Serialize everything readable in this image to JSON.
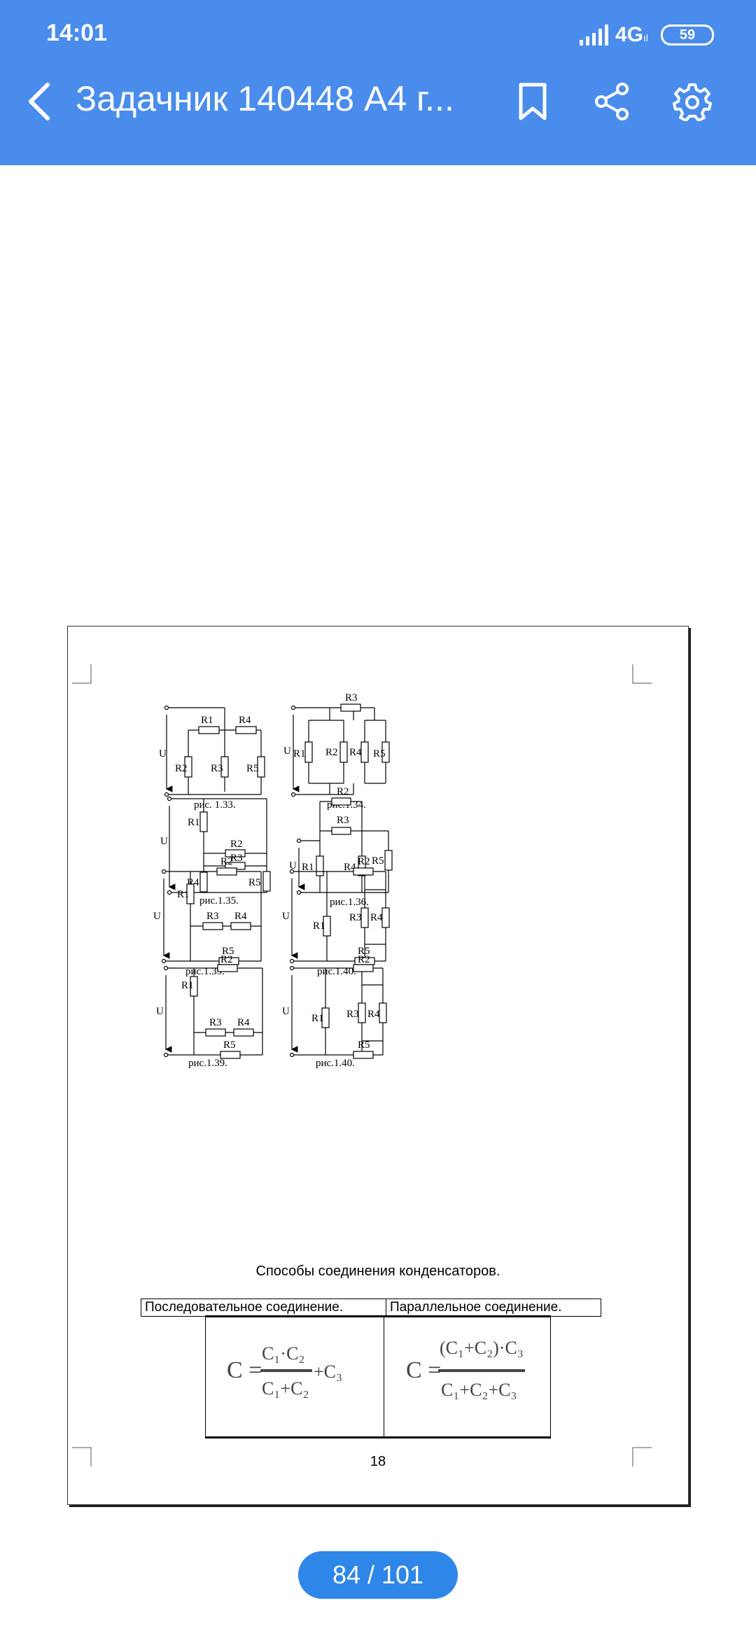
{
  "status_bar": {
    "time": "14:01",
    "network": "4G",
    "network_sub": "ıl",
    "battery": "59"
  },
  "toolbar": {
    "title": "Задачник 140448 А4 г...",
    "back": "back-arrow-icon",
    "bookmark": "bookmark-icon",
    "share": "share-icon",
    "settings": "gear-icon"
  },
  "colors": {
    "header": "#4A8CEB",
    "pager": "#2E86E8"
  },
  "page": {
    "figures": [
      {
        "caption": "рис. 1.33.",
        "labels": [
          "U",
          "R1",
          "R2",
          "R3",
          "R4",
          "R5"
        ]
      },
      {
        "caption": "рис.1.34.",
        "labels": [
          "U",
          "R1",
          "R2",
          "R3",
          "R4",
          "R5"
        ]
      },
      {
        "caption": "рис.1.35.",
        "labels": [
          "U",
          "R1",
          "R2",
          "R3",
          "R4",
          "R5"
        ]
      },
      {
        "caption": "рис.1.36.",
        "labels": [
          "U",
          "R1",
          "R2",
          "R3",
          "R4",
          "R5"
        ]
      },
      {
        "caption": "рис.1.39.",
        "labels": [
          "U",
          "R1",
          "R2",
          "R3",
          "R4",
          "R5"
        ]
      },
      {
        "caption": "рис.1.40.",
        "labels": [
          "U",
          "R1",
          "R2",
          "R3",
          "R4",
          "R5"
        ]
      },
      {
        "caption": "рис.1.39.",
        "labels": [
          "U",
          "R1",
          "R2",
          "R3",
          "R4",
          "R5"
        ]
      },
      {
        "caption": "рис.1.40.",
        "labels": [
          "U",
          "R1",
          "R2",
          "R3",
          "R4",
          "R5"
        ]
      }
    ],
    "section_title": "Способы соединения конденсаторов.",
    "table": {
      "headers": [
        "Последовательное соединение.",
        "Параллельное соединение."
      ],
      "formula_series": {
        "lhs": "C =",
        "num": "C₁·C₂",
        "den": "C₁+C₂",
        "tail": "+C₃"
      },
      "formula_parallel": {
        "lhs": "C =",
        "num": "(C₁+C₂)·C₃",
        "den": "C₁+C₂+C₃"
      }
    },
    "page_number": "18"
  },
  "pager": {
    "text": "84 / 101"
  }
}
